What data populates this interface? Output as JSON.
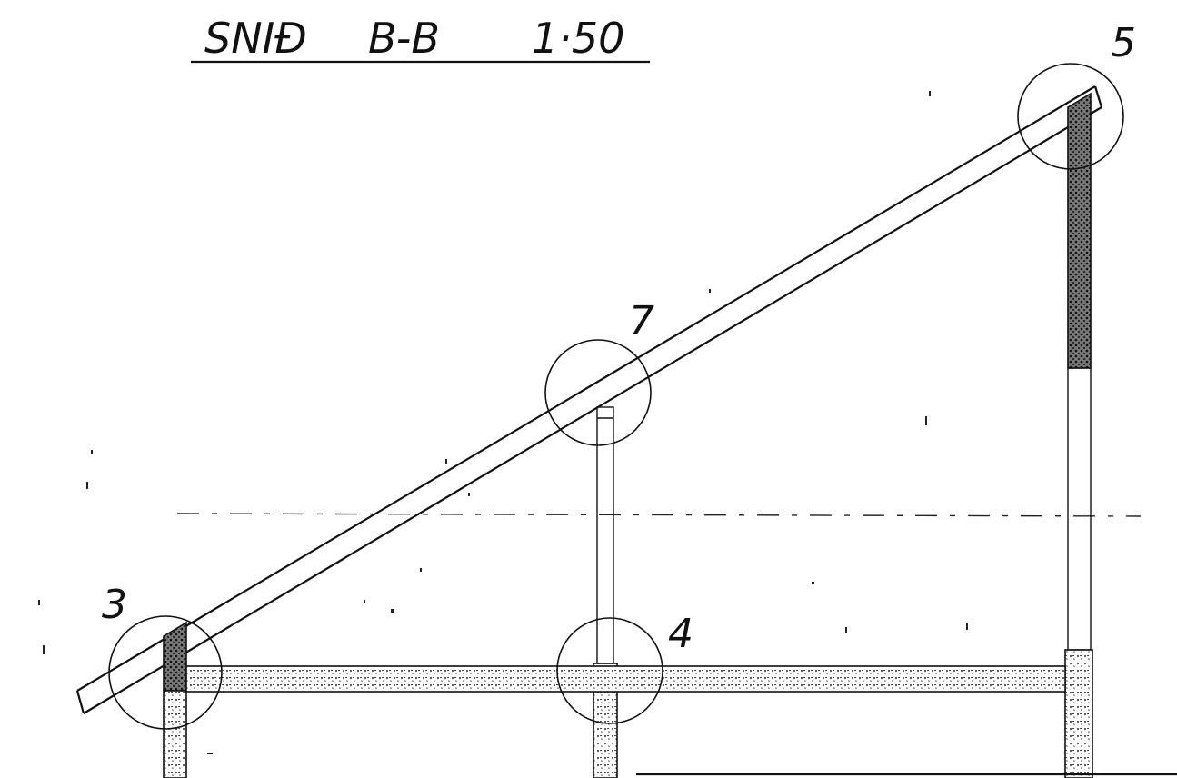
{
  "title": {
    "name": "SNIĐ",
    "section": "B-B",
    "scale": "1·50"
  },
  "details": [
    {
      "id": "detail-3",
      "label": "3"
    },
    {
      "id": "detail-4",
      "label": "4"
    },
    {
      "id": "detail-5",
      "label": "5"
    },
    {
      "id": "detail-7",
      "label": "7"
    }
  ]
}
